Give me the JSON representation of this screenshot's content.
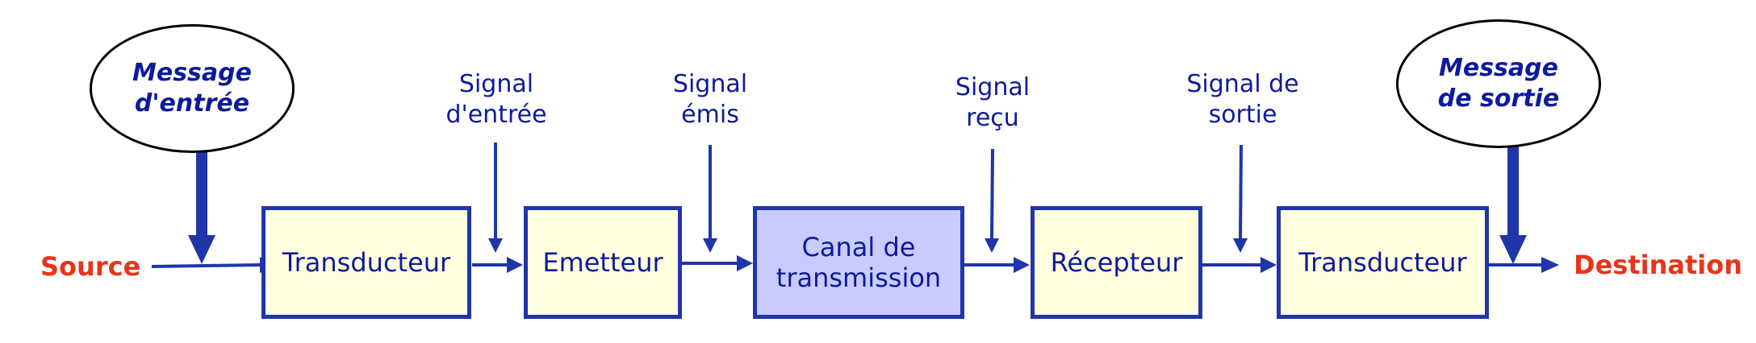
{
  "diagram": {
    "source_label": "Source",
    "destination_label": "Destination",
    "input_message": "Message\nd'entrée",
    "output_message": "Message\nde sortie",
    "blocks": [
      {
        "label": "Transducteur"
      },
      {
        "label": "Emetteur"
      },
      {
        "label": "Canal de\ntransmission"
      },
      {
        "label": "Récepteur"
      },
      {
        "label": "Transducteur"
      }
    ],
    "signals": [
      {
        "label": "Signal\nd'entrée"
      },
      {
        "label": "Signal\némis"
      },
      {
        "label": "Signal\nreçu"
      },
      {
        "label": "Signal de\nsortie"
      }
    ],
    "colors": {
      "arrow": "#1f35a8",
      "text": "#0d1b9a",
      "endpoint": "#e8341c",
      "block_fill": "#ffffe0",
      "channel_fill": "#c9cbff"
    }
  }
}
